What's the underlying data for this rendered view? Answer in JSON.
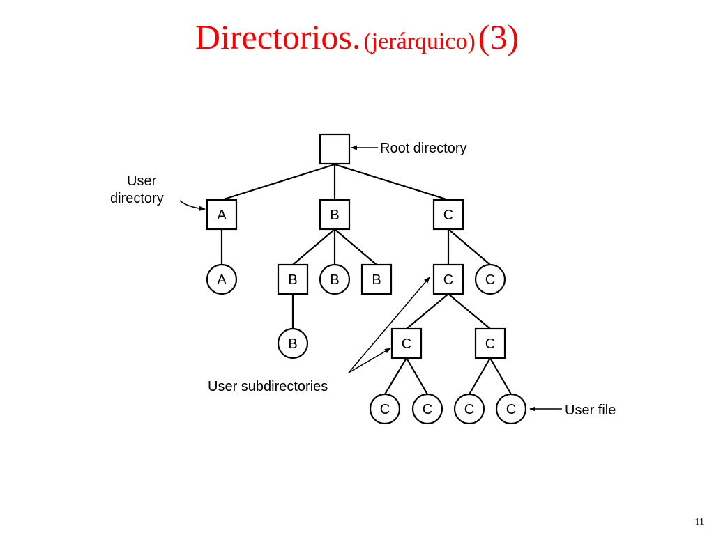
{
  "title": {
    "main": "Directorios.",
    "sub": "(jerárquico)",
    "number": "(3)"
  },
  "page_number": "11",
  "diagram": {
    "annotations": {
      "root_directory": "Root directory",
      "user_directory_line1": "User",
      "user_directory_line2": "directory",
      "user_subdirectories": "User subdirectories",
      "user_file": "User file"
    },
    "nodes": {
      "root": "",
      "dir_a": "A",
      "dir_b": "B",
      "dir_c": "C",
      "file_a": "A",
      "subdir_b": "B",
      "file_b1": "B",
      "subdir_b2": "B",
      "file_b3": "B",
      "subdir_c": "C",
      "file_c1": "C",
      "subdir_c1": "C",
      "subdir_c2": "C",
      "file_c11": "C",
      "file_c12": "C",
      "file_c21": "C",
      "file_c22": "C"
    }
  }
}
